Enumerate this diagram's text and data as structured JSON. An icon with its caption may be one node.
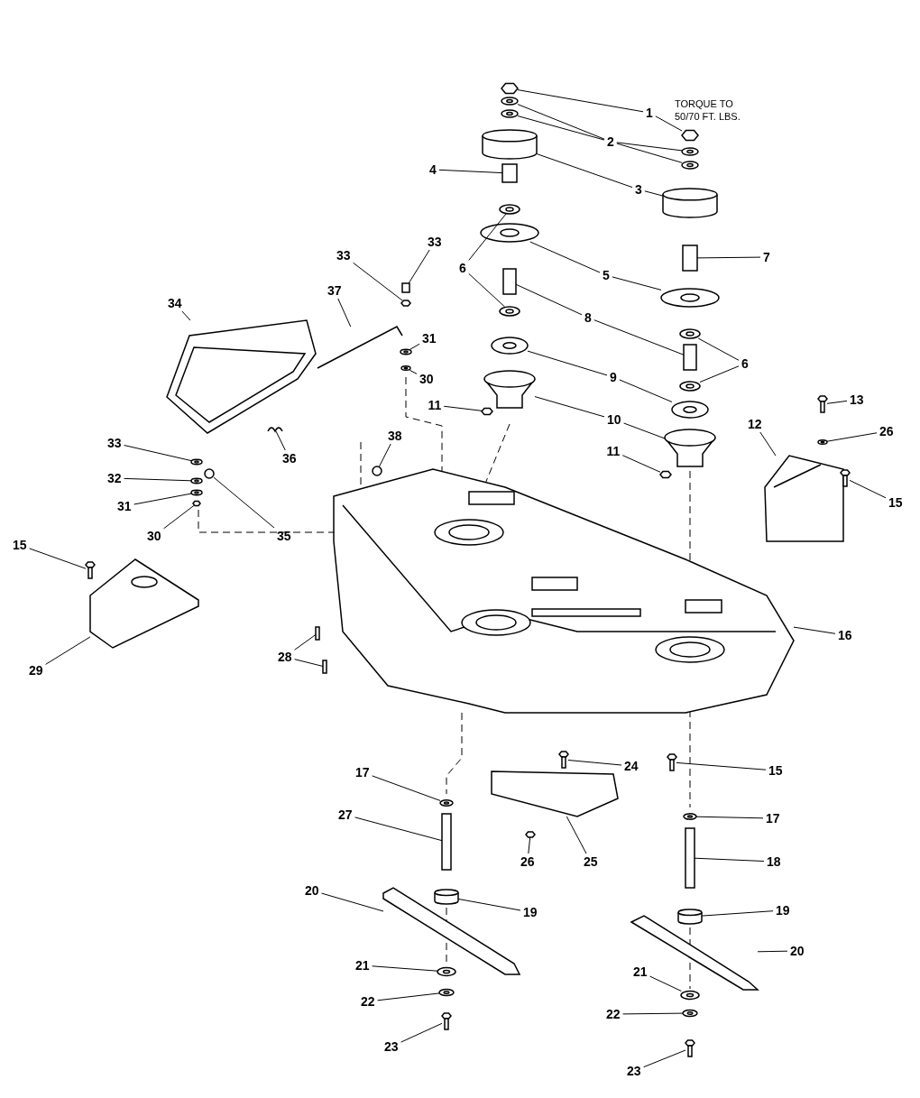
{
  "diagram": {
    "nodes": [
      {
        "text": [
          "1"
        ]
      },
      {
        "text": [
          "2"
        ]
      },
      {
        "text": [
          "3"
        ]
      },
      {
        "text": [
          "4"
        ]
      },
      {
        "text": [
          "33"
        ]
      },
      {
        "text": [
          "7"
        ]
      },
      {
        "text": [
          "33"
        ]
      },
      {
        "text": [
          "6"
        ]
      },
      {
        "text": [
          "5"
        ]
      },
      {
        "text": [
          "37"
        ]
      },
      {
        "text": [
          "34"
        ]
      },
      {
        "text": [
          "8"
        ]
      },
      {
        "text": [
          "31"
        ]
      },
      {
        "text": [
          "6"
        ]
      },
      {
        "text": [
          "9"
        ]
      },
      {
        "text": [
          "30"
        ]
      },
      {
        "text": [
          "13"
        ]
      },
      {
        "text": [
          "11"
        ]
      },
      {
        "text": [
          "10"
        ]
      },
      {
        "text": [
          "12"
        ]
      },
      {
        "text": [
          "26"
        ]
      },
      {
        "text": [
          "38"
        ]
      },
      {
        "text": [
          "33"
        ]
      },
      {
        "text": [
          "11"
        ]
      },
      {
        "text": [
          "36"
        ]
      },
      {
        "text": [
          "32"
        ]
      },
      {
        "text": [
          "15"
        ]
      },
      {
        "text": [
          "31"
        ]
      },
      {
        "text": [
          "30"
        ]
      },
      {
        "text": [
          "35"
        ]
      },
      {
        "text": [
          "15"
        ]
      },
      {
        "text": [
          "16"
        ]
      },
      {
        "text": [
          "28"
        ]
      },
      {
        "text": [
          "29"
        ]
      },
      {
        "text": [
          "24"
        ]
      },
      {
        "text": [
          "15"
        ]
      },
      {
        "text": [
          "17"
        ]
      },
      {
        "text": [
          "27"
        ]
      },
      {
        "text": [
          "17"
        ]
      },
      {
        "text": [
          "26"
        ]
      },
      {
        "text": [
          "25"
        ]
      },
      {
        "text": [
          "18"
        ]
      },
      {
        "text": [
          "20"
        ]
      },
      {
        "text": [
          "19"
        ]
      },
      {
        "text": [
          "19"
        ]
      },
      {
        "text": [
          "20"
        ]
      },
      {
        "text": [
          "21"
        ]
      },
      {
        "text": [
          "21"
        ]
      },
      {
        "text": [
          "22"
        ]
      },
      {
        "text": [
          "22"
        ]
      },
      {
        "text": [
          "23"
        ]
      },
      {
        "text": [
          "23"
        ]
      },
      {
        "text": [],
        "shape": "hexagon"
      },
      {
        "text": [],
        "shape": "hexagon"
      },
      {
        "text": [],
        "shape": "picture"
      },
      {
        "text": [],
        "shape": "picture"
      },
      {
        "text": [],
        "shape": "picture"
      },
      {
        "text": [],
        "shape": "picture"
      },
      {
        "text": [],
        "shape": "cylinder"
      },
      {
        "text": [],
        "shape": "cylinder"
      },
      {
        "text": [],
        "shape": "box"
      },
      {
        "text": [],
        "shape": "box"
      },
      {
        "text": [],
        "shape": "box"
      },
      {
        "text": [],
        "shape": "hexagon"
      },
      {
        "text": [],
        "shape": "picture"
      },
      {
        "text": [],
        "shape": "picture"
      },
      {
        "text": [],
        "shape": "picture"
      },
      {
        "text": [],
        "shape": "picture"
      },
      {
        "text": [],
        "shape": "picture"
      },
      {
        "text": [],
        "shape": "picture"
      },
      {
        "text": [],
        "shape": "box"
      },
      {
        "text": [],
        "shape": "box"
      },
      {
        "text": [],
        "shape": "picture"
      },
      {
        "text": [],
        "shape": "picture"
      },
      {
        "text": [],
        "shape": "picture"
      },
      {
        "text": [],
        "shape": "picture"
      },
      {
        "text": [],
        "shape": "picture"
      },
      {
        "text": [],
        "shape": "picture"
      },
      {
        "text": [],
        "shape": "picture"
      },
      {
        "text": [],
        "shape": "hexagon"
      },
      {
        "text": [],
        "shape": "picture"
      },
      {
        "text": [],
        "shape": "picture"
      },
      {
        "text": [],
        "shape": "picture"
      },
      {
        "text": [],
        "shape": "picture"
      },
      {
        "text": [],
        "shape": "circle"
      },
      {
        "text": [],
        "shape": "picture"
      },
      {
        "text": [],
        "shape": "hexagon"
      },
      {
        "text": [],
        "shape": "picture"
      },
      {
        "text": [],
        "shape": "picture"
      },
      {
        "text": [],
        "shape": "picture"
      },
      {
        "text": [],
        "shape": "picture"
      },
      {
        "text": [],
        "shape": "hexagon"
      },
      {
        "text": [],
        "shape": "circle"
      },
      {
        "text": [],
        "shape": "picture"
      },
      {
        "text": [],
        "shape": "picture"
      },
      {
        "text": [],
        "shape": "box"
      },
      {
        "text": [],
        "shape": "box"
      },
      {
        "text": [],
        "shape": "picture"
      },
      {
        "text": [],
        "shape": "picture"
      },
      {
        "text": [],
        "shape": "picture"
      },
      {
        "text": [],
        "shape": "picture"
      },
      {
        "text": [],
        "shape": "bar"
      },
      {
        "text": [],
        "shape": "picture"
      },
      {
        "text": [],
        "shape": "hexagon"
      },
      {
        "text": [],
        "shape": "picture"
      },
      {
        "text": [],
        "shape": "bar"
      },
      {
        "text": [],
        "shape": "picture"
      },
      {
        "text": [],
        "shape": "cylinder"
      },
      {
        "text": [],
        "shape": "cylinder"
      },
      {
        "text": [],
        "shape": "picture"
      },
      {
        "text": [],
        "shape": "picture"
      },
      {
        "text": [],
        "shape": "picture"
      },
      {
        "text": [],
        "shape": "picture"
      },
      {
        "text": [],
        "shape": "picture"
      },
      {
        "text": [],
        "shape": "picture"
      },
      {
        "text": [],
        "shape": "picture"
      }
    ],
    "edges": [
      {
        "from": 0,
        "to": 52,
        "arrow": "none"
      },
      {
        "from": 0,
        "to": 53,
        "arrow": "none"
      },
      {
        "from": 1,
        "to": 54,
        "arrow": "none"
      },
      {
        "from": 1,
        "to": 55,
        "arrow": "none"
      },
      {
        "from": 1,
        "to": 56,
        "arrow": "none"
      },
      {
        "from": 1,
        "to": 57,
        "arrow": "none"
      },
      {
        "from": 2,
        "to": 58,
        "arrow": "none"
      },
      {
        "from": 2,
        "to": 59,
        "arrow": "none"
      },
      {
        "from": 3,
        "to": 60,
        "arrow": "none"
      },
      {
        "from": 4,
        "to": 61,
        "arrow": "none"
      },
      {
        "from": 5,
        "to": 62,
        "arrow": "none"
      },
      {
        "from": 6,
        "to": 63,
        "arrow": "none"
      },
      {
        "from": 7,
        "to": 64,
        "arrow": "none"
      },
      {
        "from": 7,
        "to": 65,
        "arrow": "none"
      },
      {
        "from": 8,
        "to": 66,
        "arrow": "none"
      },
      {
        "from": 8,
        "to": 67,
        "arrow": "none"
      },
      {
        "from": 9,
        "to": 68,
        "arrow": "none"
      },
      {
        "from": 10,
        "to": 69,
        "arrow": "none"
      },
      {
        "from": 11,
        "to": 70,
        "arrow": "none"
      },
      {
        "from": 11,
        "to": 71,
        "arrow": "none"
      },
      {
        "from": 12,
        "to": 72,
        "arrow": "none"
      },
      {
        "from": 13,
        "to": 73,
        "arrow": "none"
      },
      {
        "from": 13,
        "to": 74,
        "arrow": "none"
      },
      {
        "from": 14,
        "to": 75,
        "arrow": "none"
      },
      {
        "from": 14,
        "to": 76,
        "arrow": "none"
      },
      {
        "from": 15,
        "to": 77,
        "arrow": "none"
      },
      {
        "from": 16,
        "to": 78,
        "arrow": "none"
      },
      {
        "from": 17,
        "to": 79,
        "arrow": "none"
      },
      {
        "from": 18,
        "to": 80,
        "arrow": "none"
      },
      {
        "from": 18,
        "to": 81,
        "arrow": "none"
      },
      {
        "from": 19,
        "to": 82,
        "arrow": "none"
      },
      {
        "from": 20,
        "to": 83,
        "arrow": "none"
      },
      {
        "from": 21,
        "to": 92,
        "arrow": "none"
      },
      {
        "from": 22,
        "to": 85,
        "arrow": "none"
      },
      {
        "from": 23,
        "to": 86,
        "arrow": "none"
      },
      {
        "from": 24,
        "to": 87,
        "arrow": "none"
      },
      {
        "from": 25,
        "to": 88,
        "arrow": "none"
      },
      {
        "from": 26,
        "to": 89,
        "arrow": "none"
      },
      {
        "from": 27,
        "to": 90,
        "arrow": "none"
      },
      {
        "from": 28,
        "to": 91,
        "arrow": "none"
      },
      {
        "from": 29,
        "to": 84,
        "arrow": "none"
      },
      {
        "from": 30,
        "to": 93,
        "arrow": "none"
      },
      {
        "from": 31,
        "to": 94,
        "arrow": "none"
      },
      {
        "from": 32,
        "to": 95,
        "arrow": "none"
      },
      {
        "from": 32,
        "to": 96,
        "arrow": "none"
      },
      {
        "from": 33,
        "to": 97,
        "arrow": "none"
      },
      {
        "from": 34,
        "to": 98,
        "arrow": "none"
      },
      {
        "from": 35,
        "to": 99,
        "arrow": "none"
      },
      {
        "from": 36,
        "to": 100,
        "arrow": "none"
      },
      {
        "from": 37,
        "to": 101,
        "arrow": "none"
      },
      {
        "from": 38,
        "to": 102,
        "arrow": "none"
      },
      {
        "from": 39,
        "to": 103,
        "arrow": "none"
      },
      {
        "from": 40,
        "to": 104,
        "arrow": "none"
      },
      {
        "from": 41,
        "to": 105,
        "arrow": "none"
      },
      {
        "from": 42,
        "to": 106,
        "arrow": "none"
      },
      {
        "from": 43,
        "to": 107,
        "arrow": "none"
      },
      {
        "from": 44,
        "to": 108,
        "arrow": "none"
      },
      {
        "from": 45,
        "to": 109,
        "arrow": "none"
      },
      {
        "from": 46,
        "to": 110,
        "arrow": "none"
      },
      {
        "from": 47,
        "to": 111,
        "arrow": "none"
      },
      {
        "from": 48,
        "to": 112,
        "arrow": "none"
      },
      {
        "from": 49,
        "to": 113,
        "arrow": "none"
      },
      {
        "from": 50,
        "to": 114,
        "arrow": "none"
      },
      {
        "from": 51,
        "to": 115,
        "arrow": "none"
      }
    ],
    "labels": [
      "TORQUE TO 50/70 FT. LBS."
    ]
  }
}
